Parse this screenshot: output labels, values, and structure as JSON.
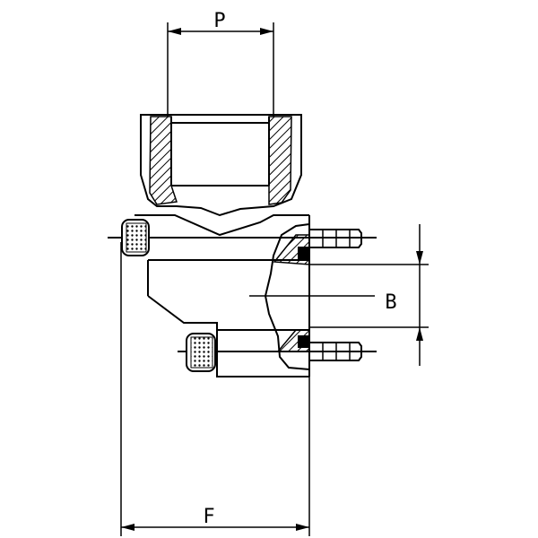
{
  "drawing": {
    "dimensions": {
      "p": "P",
      "b": "B",
      "f": "F"
    },
    "line_color": "#000000",
    "background": "#ffffff"
  }
}
